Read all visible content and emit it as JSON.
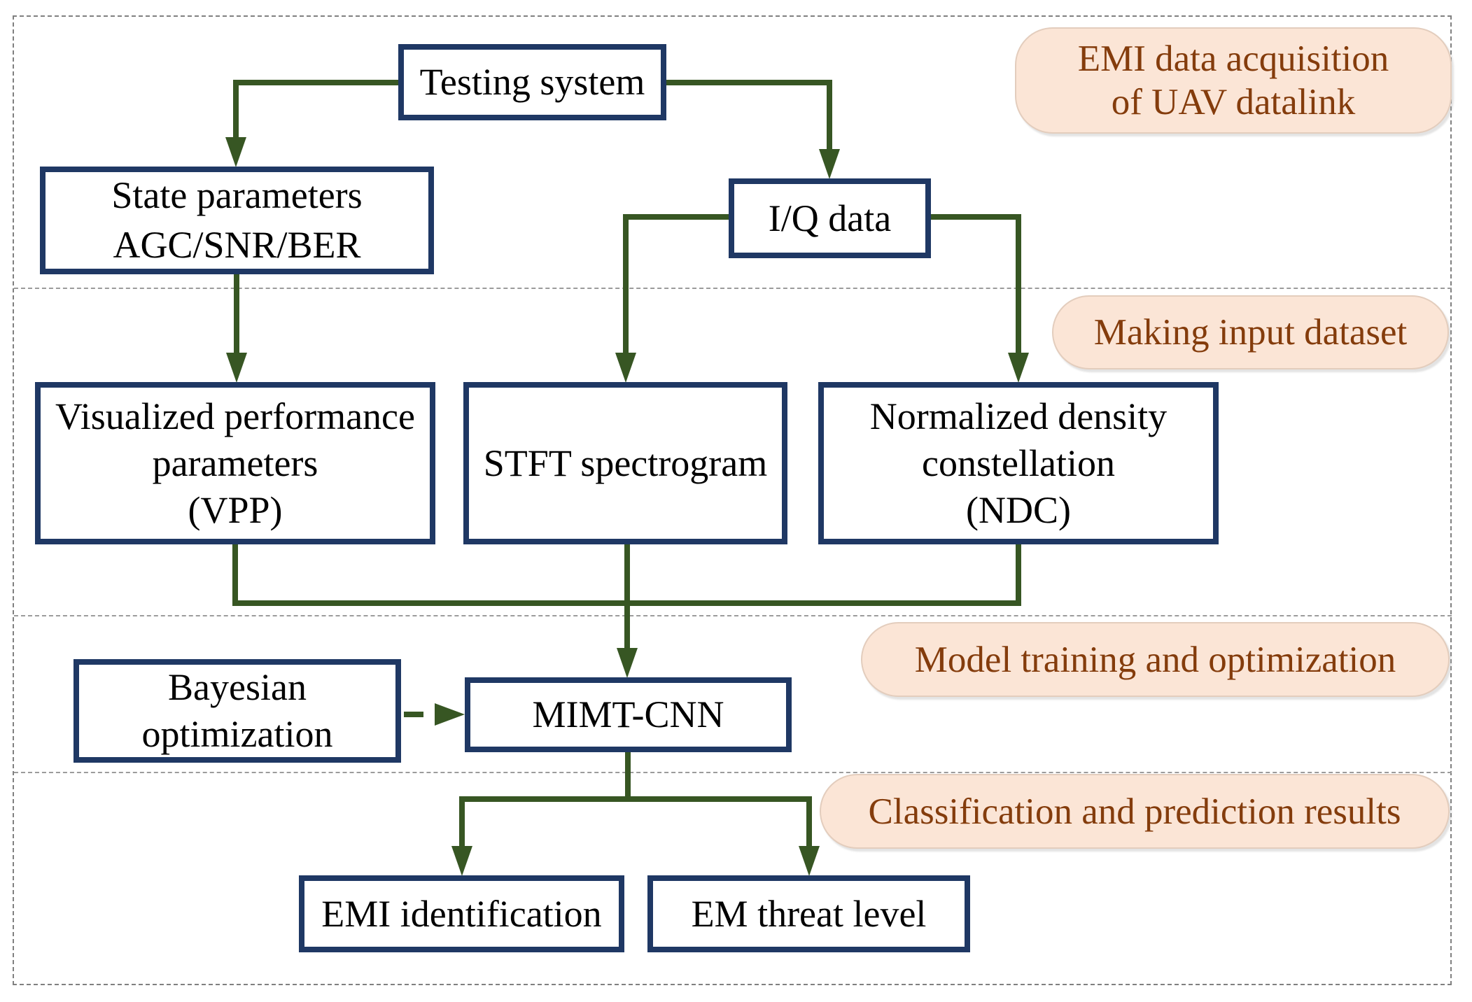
{
  "figure": {
    "description": "Flowchart of MIMT-CNN based EMI identification and EM threat level prediction for UAV datalink"
  },
  "colors": {
    "box_border": "#1f3864",
    "arrow": "#375623",
    "label_fill": "#fbe5d6",
    "label_text": "#843c0c",
    "divider": "#9b9b9b",
    "outer_border": "#808080",
    "node_text": "#000000"
  },
  "sections": [
    {
      "lines": [
        "EMI data acquisition",
        "of UAV datalink"
      ]
    },
    {
      "lines": [
        "Making input dataset"
      ]
    },
    {
      "lines": [
        "Model training and optimization"
      ]
    },
    {
      "lines": [
        "Classification and prediction results"
      ]
    }
  ],
  "boxes": {
    "testing_system": {
      "lines": [
        "Testing system"
      ]
    },
    "state_parameters": {
      "lines": [
        "State parameters",
        "AGC/SNR/BER"
      ]
    },
    "iq_data": {
      "lines": [
        "I/Q data"
      ]
    },
    "vpp": {
      "lines": [
        "Visualized performance",
        "parameters",
        "(VPP)"
      ]
    },
    "stft": {
      "lines": [
        "STFT spectrogram"
      ]
    },
    "ndc": {
      "lines": [
        "Normalized density",
        "constellation",
        "(NDC)"
      ]
    },
    "bayesian": {
      "lines": [
        "Bayesian",
        "optimization"
      ]
    },
    "mimt_cnn": {
      "lines": [
        "MIMT-CNN"
      ]
    },
    "emi_identification": {
      "lines": [
        "EMI identification"
      ]
    },
    "em_threat": {
      "lines": [
        "EM threat level"
      ]
    }
  }
}
